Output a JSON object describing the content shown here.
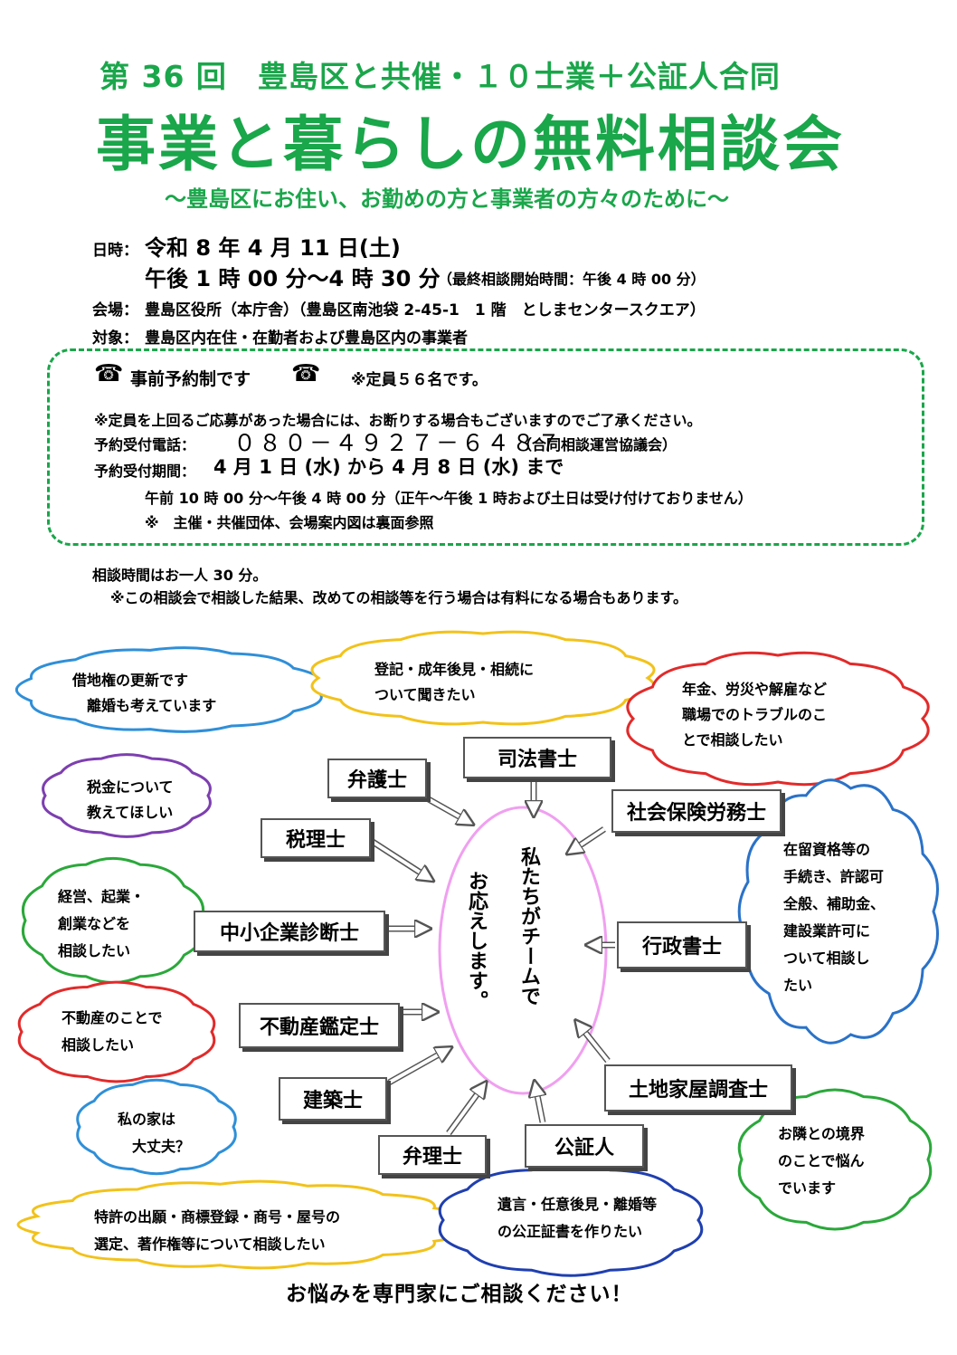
{
  "header": {
    "subtitle": "第 36 回　豊島区と共催・１０士業＋公証人合同",
    "title": "事業と暮らしの無料相談会",
    "tagline": "～豊島区にお住い、お勤めの方と事業者の方々のために～"
  },
  "info": {
    "date_label": "日時：",
    "date": "令和 8 年 4 月 11 日(土)",
    "time": "午後 1 時 00 分～4 時 30 分",
    "time_note": "（最終相談開始時間：午後 4 時 00 分）",
    "venue_label": "会場：",
    "venue": "豊島区役所（本庁舎）（豊島区南池袋 2-45-1　1 階　としまセンタースクエア）",
    "target_label": "対象：",
    "target": "豊島区内在住・在勤者および豊島区内の事業者"
  },
  "reservation": {
    "phone_symbol": "☎",
    "heading": "事前予約制です",
    "capacity": "※定員５６名です。",
    "overflow_note": "※定員を上回るご応募があった場合には、お断りする場合もございますのでご了承ください。",
    "phone_label": "予約受付電話：",
    "phone_number": "０８０－４９２７－６４８７",
    "phone_org": "（合同相談運営協議会）",
    "period_label": "予約受付期間：",
    "period": "4 月 1 日 (水) から 4 月 8 日 (水) まで",
    "hours": "午前 10 時 00 分～午後 4 時 00 分（正午～午後 1 時および土日は受け付けておりません）",
    "reverse_note": "※　主催・共催団体、会場案内図は裏面参照"
  },
  "consult": {
    "duration": "相談時間はお一人 30 分。",
    "fee_note": "※この相談会で相談した結果、改めての相談等を行う場合は有料になる場合もあります。"
  },
  "center_text": {
    "line1": "私たちがチームで",
    "line2": "お応えします。"
  },
  "professions": [
    "弁護士",
    "司法書士",
    "社会保険労務士",
    "税理士",
    "中小企業診断士",
    "行政書士",
    "不動産鑑定士",
    "建築士",
    "土地家屋調査士",
    "弁理士",
    "公証人"
  ],
  "clouds": [
    {
      "text": "借地権の更新です\n　離婚も考えています",
      "color": "#2f8fd8"
    },
    {
      "text": "登記・成年後見・相続に\nついて聞きたい",
      "color": "#f2c21a"
    },
    {
      "text": "年金、労災や解雇など\n職場でのトラブルのこ\nとで相談したい",
      "color": "#e22a2a"
    },
    {
      "text": "税金について\n教えてほしい",
      "color": "#7d3fb0"
    },
    {
      "text": "在留資格等の\n手続き、許認可\n全般、補助金、\n建設業許可に\nついて相談し\nたい",
      "color": "#2a72c8"
    },
    {
      "text": "経営、起業・\n創業などを\n相談したい",
      "color": "#2aa83a"
    },
    {
      "text": "不動産のことで\n相談したい",
      "color": "#e22a2a"
    },
    {
      "text": "私の家は\n　大丈夫？",
      "color": "#2f8fd8"
    },
    {
      "text": "お隣との境界\nのことで悩ん\nでいます",
      "color": "#2aa83a"
    },
    {
      "text": "特許の出願・商標登録・商号・屋号の\n選定、著作権等について相談したい",
      "color": "#f2c21a"
    },
    {
      "text": "遺言・任意後見・離婚等\nの公正証書を作りたい",
      "color": "#1f3fb0"
    }
  ],
  "footer": "お悩みを専門家にご相談ください！",
  "colors": {
    "accent_green": "#1aa64a",
    "center_oval": "#f0a0f0",
    "dash_border": "#1aa64a"
  }
}
